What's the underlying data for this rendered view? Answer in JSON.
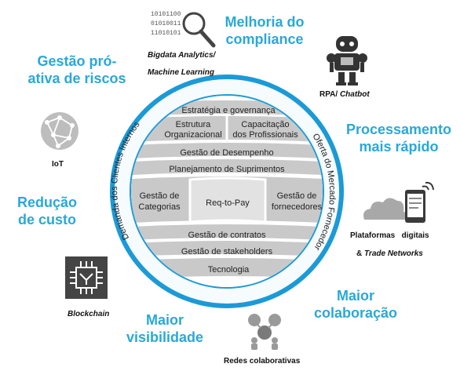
{
  "colors": {
    "accent": "#2aa8d8",
    "ring": "#1b9ad6",
    "band": "#c9c9c9",
    "band_dark": "#9a9a9a",
    "text": "#222222"
  },
  "benefits": {
    "compliance": [
      "Melhoria do",
      "compliance"
    ],
    "risk": [
      "Gestão pró-",
      "ativa de riscos"
    ],
    "speed": [
      "Processamento",
      "mais rápido"
    ],
    "cost": [
      "Redução",
      "de custo"
    ],
    "collab": [
      "Maior",
      "colaboração"
    ],
    "visibility": [
      "Maior",
      "visibilidade"
    ]
  },
  "technologies": {
    "bigdata": {
      "line1": "Bigdata Analytics/",
      "line2": "Machine Learning",
      "icon": "magnifier-binary-icon"
    },
    "rpa": {
      "prefix": "RPA/ ",
      "italic": "Chatbot",
      "icon": "robot-icon"
    },
    "iot": {
      "label": "IoT",
      "icon": "network-globe-icon"
    },
    "platforms": {
      "line1a": "Plataformas",
      "line1b": "digitais",
      "line2_prefix": "& ",
      "line2_italic": "Trade Networks",
      "icon": "cloud-tablet-icon"
    },
    "blockchain": {
      "label": "Blockchain",
      "icon": "chip-icon"
    },
    "social": {
      "label": "Redes colaborativas",
      "icon": "social-network-icon"
    }
  },
  "binary_text": [
    "10101100",
    "01010011",
    "11010101"
  ],
  "globe": {
    "rows": {
      "strategy": "Estratégia e governança",
      "structure": [
        "Estrutura",
        "Organizacional"
      ],
      "capacity": [
        "Capacitação",
        "dos Profissionais"
      ],
      "performance": "Gestão de Desempenho",
      "planning": "Planejamento de Suprimentos",
      "categories": [
        "Gestão de",
        "Categorias"
      ],
      "core": "Req-to-Pay",
      "suppliers": [
        "Gestão de",
        "fornecedores"
      ],
      "contracts": "Gestão de contratos",
      "stakeholders": "Gestão de stakeholders",
      "technology": "Tecnologia"
    },
    "left_arc": "Demanda dos Clientes Internos",
    "right_arc": "Oferta do Mercado Fornecedor"
  }
}
